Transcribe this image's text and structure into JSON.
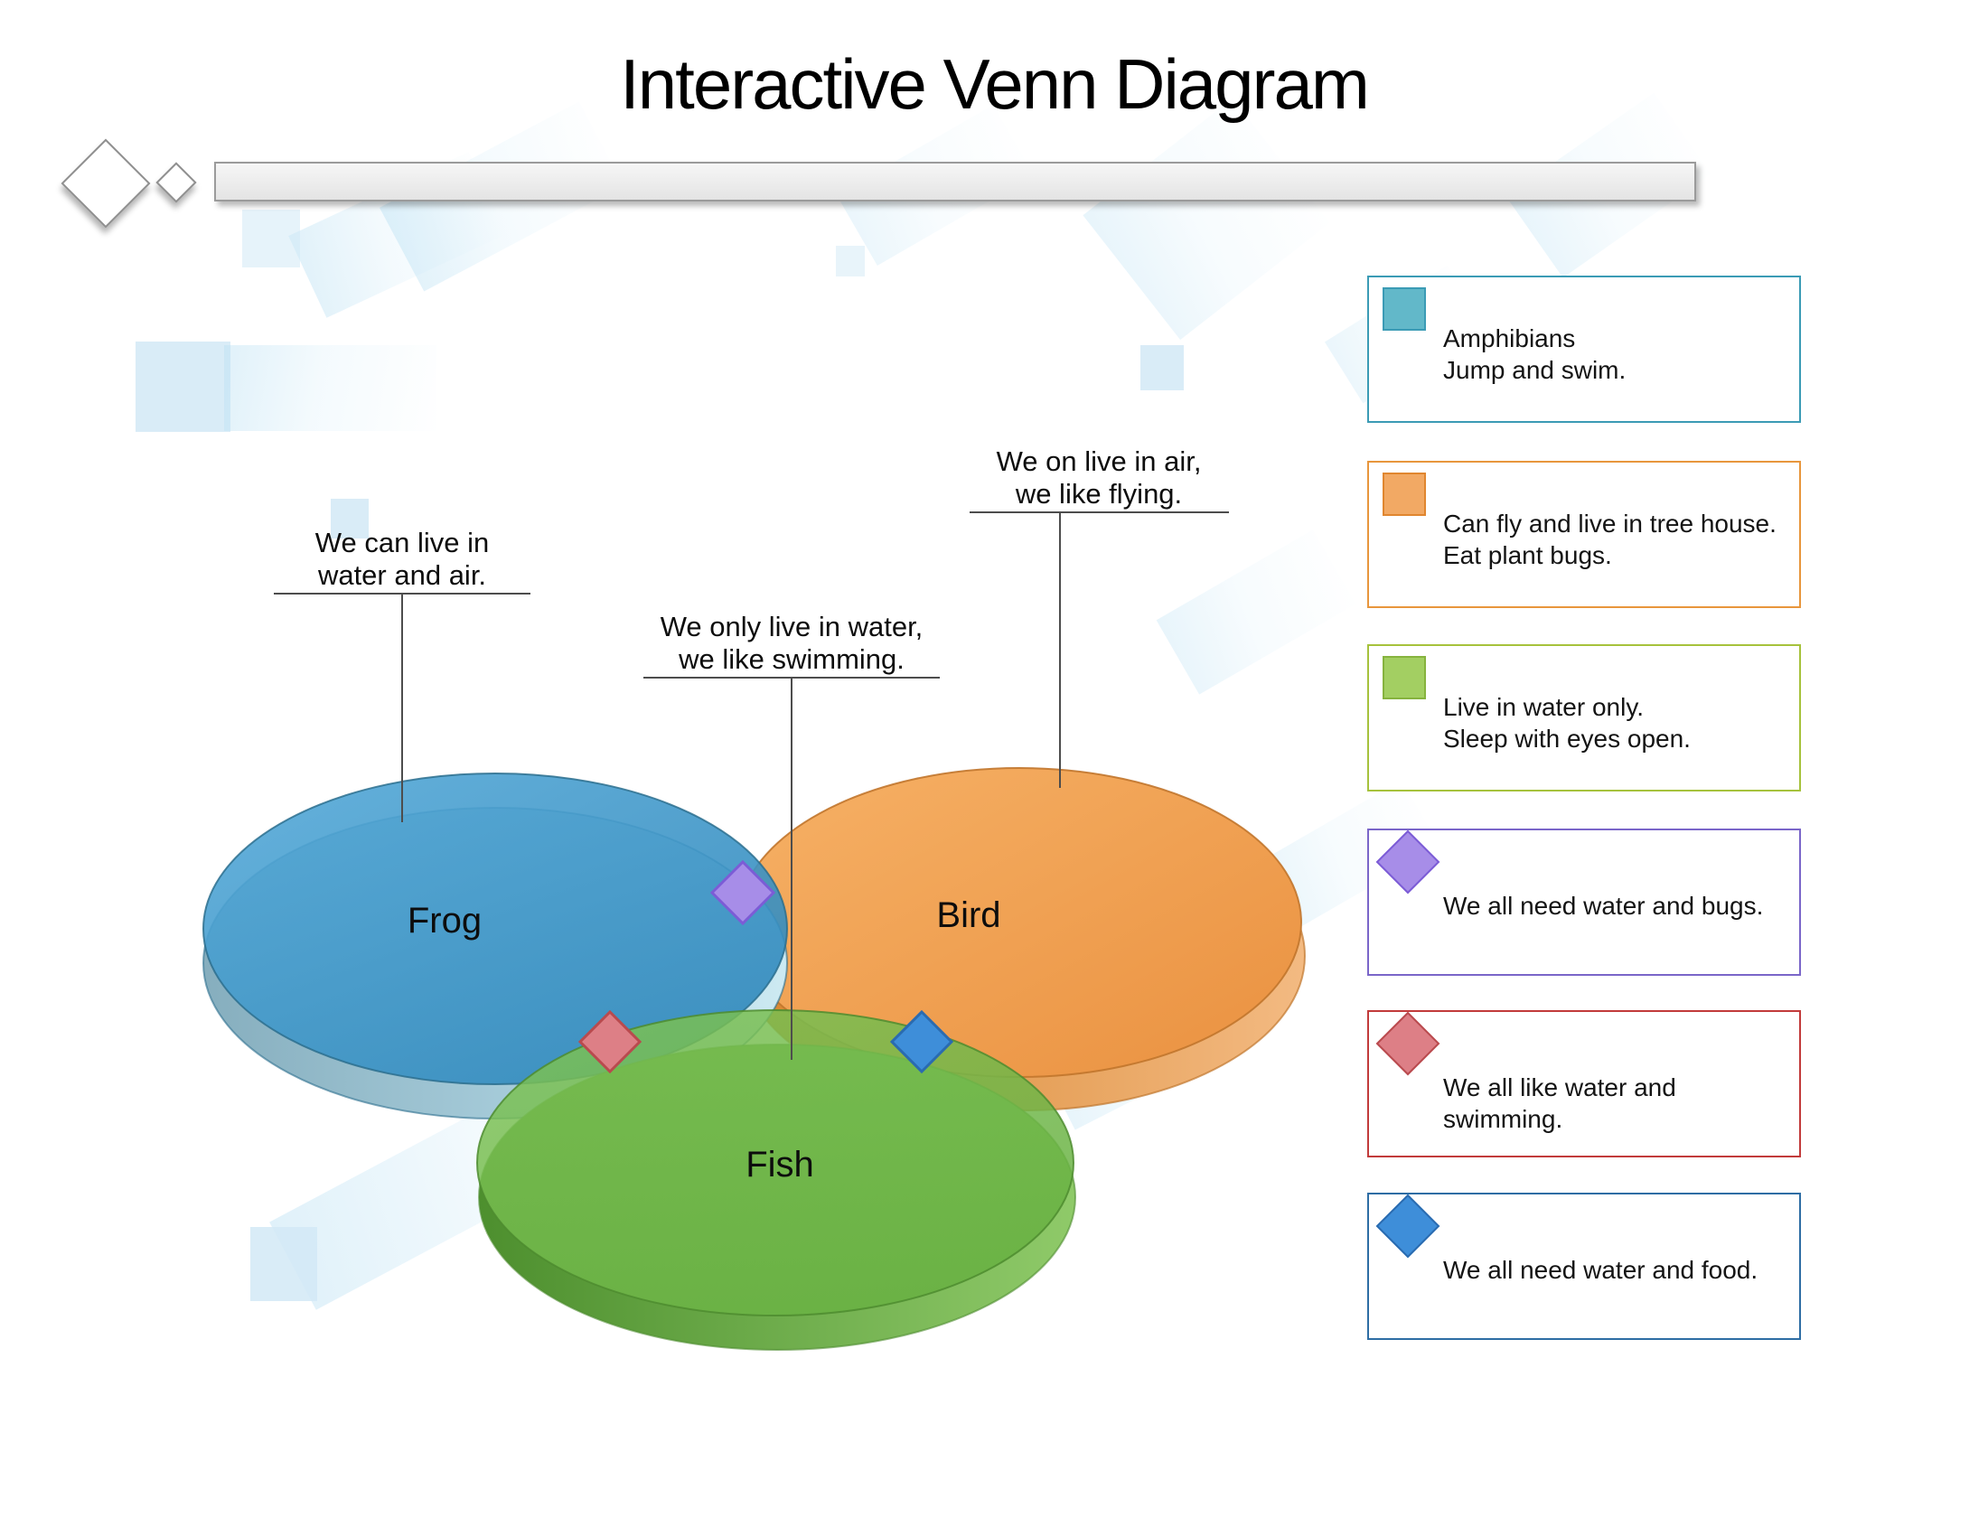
{
  "title": "Interactive Venn Diagram",
  "sets": {
    "frog": {
      "label": "Frog",
      "color": "#2d8cc4",
      "border": "#2c6e8e"
    },
    "bird": {
      "label": "Bird",
      "color": "#f0a050",
      "border": "#c1762c"
    },
    "fish": {
      "label": "Fish",
      "color": "#5fae36",
      "border": "#4d8c2f"
    }
  },
  "callouts": {
    "frog": {
      "line1": "We can live in",
      "line2": "water and air."
    },
    "fish": {
      "line1": "We only live in water,",
      "line2": "we like swimming."
    },
    "bird": {
      "line1": "We on live in air,",
      "line2": "we like flying."
    }
  },
  "markers": {
    "purple_diamond": {
      "color": "#a78de8",
      "border": "#7c5cd6"
    },
    "red_diamond": {
      "color": "#dd7f86",
      "border": "#b94a4e"
    },
    "blue_diamond": {
      "color": "#3e8ed9",
      "border": "#2a6bb0"
    }
  },
  "legend": {
    "items": [
      {
        "shape": "square",
        "color": "#62b8c9",
        "border": "#3b9bb5",
        "line1": "Amphibians",
        "line2": "Jump and swim."
      },
      {
        "shape": "square",
        "color": "#f2a964",
        "border": "#e0862f",
        "line1": "Can fly and live in tree house.",
        "line2": "Eat plant bugs."
      },
      {
        "shape": "square",
        "color": "#a3cf62",
        "border": "#86b33e",
        "line1": "Live in water only.",
        "line2": "Sleep with eyes open."
      },
      {
        "shape": "diamond",
        "color": "#a78de8",
        "border": "#7c5cd6",
        "line1": "We all need water and bugs."
      },
      {
        "shape": "diamond",
        "color": "#dd7f86",
        "border": "#b94a4e",
        "line1": "We all like water and swimming."
      },
      {
        "shape": "diamond",
        "color": "#3e8ed9",
        "border": "#2a6bb0",
        "line1": "We all need water and food."
      }
    ]
  }
}
